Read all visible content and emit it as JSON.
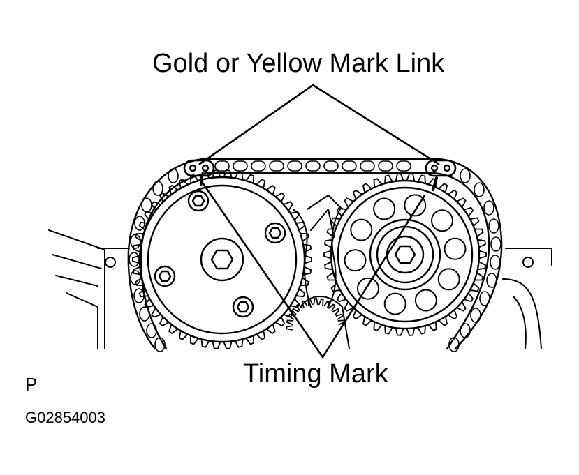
{
  "labels": {
    "top_callout": "Gold or Yellow Mark Link",
    "bottom_callout": "Timing Mark",
    "view_letter": "P",
    "figure_code": "G02854003"
  },
  "colors": {
    "ink": "#000000",
    "paper": "#ffffff"
  }
}
